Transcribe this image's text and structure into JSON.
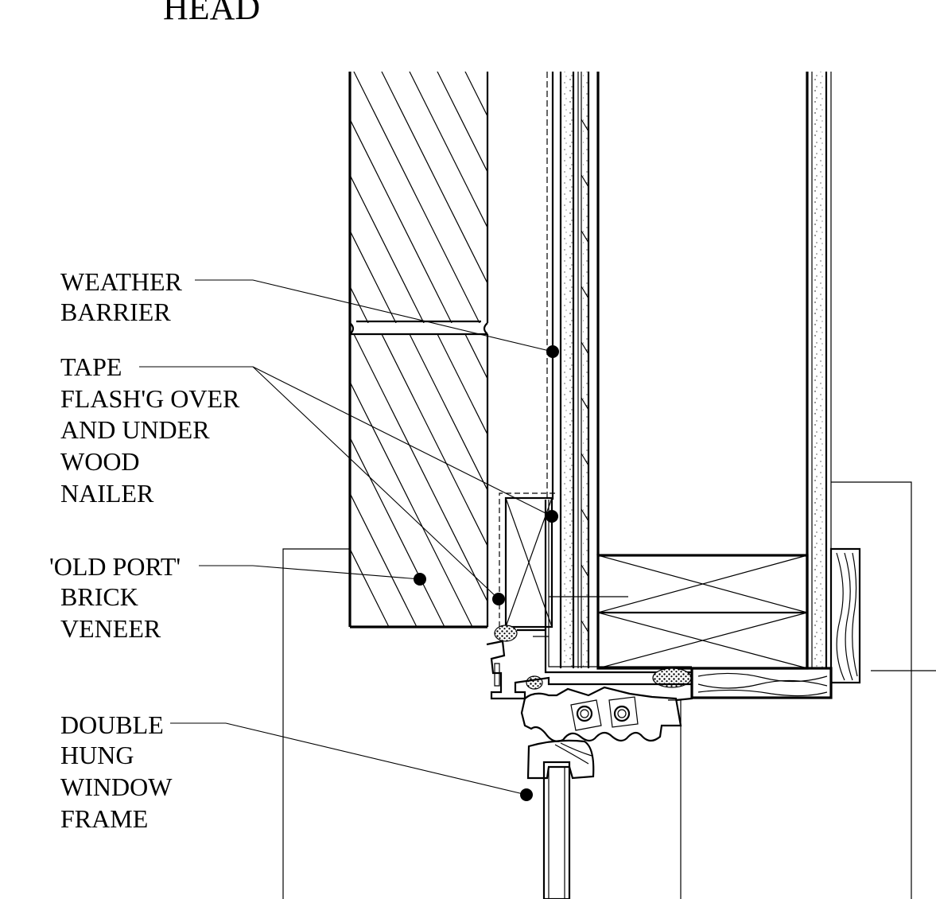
{
  "title": "HEAD",
  "callouts": [
    {
      "id": "weather-barrier",
      "lines": [
        "WEATHER",
        "BARRIER"
      ]
    },
    {
      "id": "tape-flashing",
      "lines": [
        "TAPE",
        "FLASH'G OVER",
        "AND UNDER",
        "WOOD",
        "NAILER"
      ]
    },
    {
      "id": "brick-veneer",
      "lines": [
        "'OLD PORT'",
        "BRICK",
        "VENEER"
      ]
    },
    {
      "id": "window-frame",
      "lines": [
        "DOUBLE",
        "HUNG",
        "WINDOW",
        "FRAME"
      ]
    }
  ],
  "colors": {
    "ink": "#000000",
    "background": "#ffffff"
  }
}
